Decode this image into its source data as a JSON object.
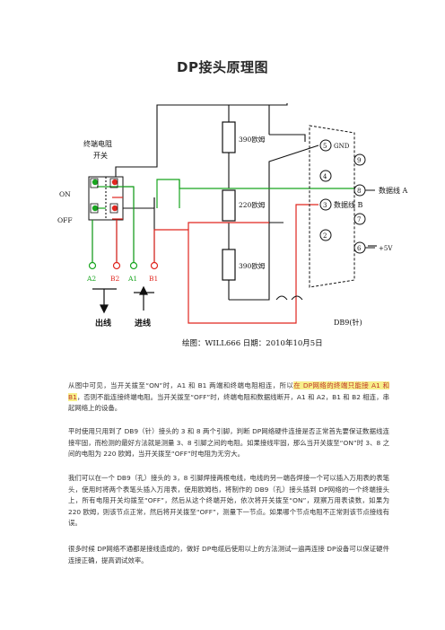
{
  "document": {
    "title": "DP接头原理图"
  },
  "diagram": {
    "switch_label_line1": "终端电阻",
    "switch_label_line2": "开关",
    "on_label": "ON",
    "off_label": "OFF",
    "resistors": [
      "390欧姆",
      "220欧姆",
      "390欧姆"
    ],
    "pins": [
      "5",
      "4",
      "9",
      "8",
      "3",
      "7",
      "2",
      "6"
    ],
    "gnd_label": "GND",
    "data_line_a": "数据线 A",
    "data_line_b": "数据线 B",
    "plus5v": "+5V",
    "terminals": [
      "A2",
      "B2",
      "A1",
      "B1"
    ],
    "out_line": "出线",
    "in_line": "进线",
    "db9_label": "DB9(针)",
    "footer": "绘图：WILL666    日期：2010年10月5日",
    "colors": {
      "red": "#e0261f",
      "green": "#18a51f",
      "black": "#111111"
    }
  },
  "paragraphs": {
    "p1_before": "从图中可见，当开关拨至“ON”时，A1 和 B1 两端和终端电阻相连，所以",
    "p1_highlight": "在 DP网络的终端只能接 A1 和 B1",
    "p1_after": "，否则不能连接终端电阻。当开关拨至“OFF”时，终端电阻和数据线断开，A1 和 A2，B1 和 B2 相连，串起网络上的设备。",
    "p2": "平时使用只用到了 DB9（针）接头的 3 和 8 两个引脚，判断 DP网络硬件连接是否正常首先要保证数据线连接牢固，而检测的最好方法就是测量 3、8 引脚之间的电阻。如果接线牢固，那么当开关拨至“ON”时 3、8 之间的电阻为 220 欧姆，当开关拨至“OFF”时电阻为无穷大。",
    "p3": "我们可以在一个 DB9（孔）接头的 3，8 引脚焊接两根电线，电线的另一端各焊接一个可以插入万用表的表笔头，使用时将两个表笔头插入万用表，使用欧姆档，将制作的 DB9（孔）接头插到 DP网络的一个终端接头上，所有电阻开关均拨至“OFF”，然后从这个终端开始，依次将开关拨至“ON”，观察万用表读数，如果为 220 欧姆，则该节点正常，然后将开关拨至“OFF”，测量下一节点。如果哪个节点电阻不正常则该节点接线有误。",
    "p4": "很多时候 DP网络不通都是接线造成的，做好 DP电缆后使用以上的方法测试一遍再连接 DP设备可以保证硬件连接正确，提高调试效率。"
  }
}
